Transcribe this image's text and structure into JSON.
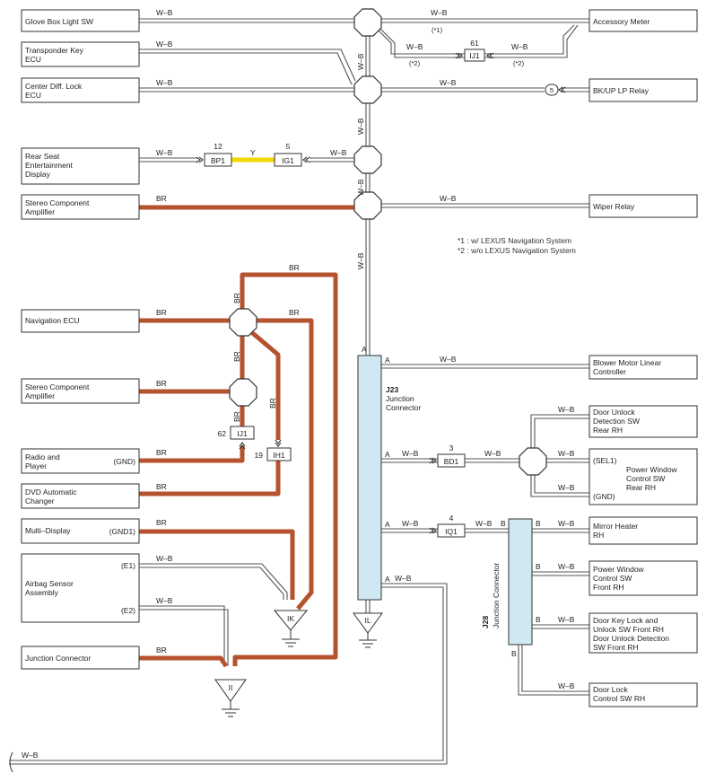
{
  "components": {
    "glove_box": "Glove Box Light SW",
    "transponder": [
      "Transponder Key",
      "ECU"
    ],
    "center_diff": [
      "Center Diff. Lock",
      "ECU"
    ],
    "rear_seat": [
      "Rear Seat",
      "Entertainment",
      "Display"
    ],
    "stereo_top": [
      "Stereo Component",
      "Amplifier"
    ],
    "navigation": "Navigation ECU",
    "stereo_mid": [
      "Stereo Component",
      "Amplifier"
    ],
    "radio": [
      "Radio and",
      "Player"
    ],
    "dvd": [
      "DVD Automatic",
      "Changer"
    ],
    "multi": "Multi–Display",
    "airbag": [
      "Airbag Sensor",
      "Assembly"
    ],
    "junction_left": "Junction Connector",
    "accessory_meter": "Accessory Meter",
    "bkup": "BK/UP LP Relay",
    "wiper": "Wiper Relay",
    "blower": [
      "Blower Motor Linear",
      "Controller"
    ],
    "door_unlock_rr": [
      "Door Unlock",
      "Detection SW",
      "Rear RH"
    ],
    "pw_rear": [
      "Power Window",
      "Control SW",
      "Rear RH"
    ],
    "mirror": [
      "Mirror Heater",
      "RH"
    ],
    "pw_front": [
      "Power Window",
      "Control SW",
      "Front RH"
    ],
    "door_key": [
      "Door Key Lock and",
      "Unlock SW Front RH",
      "Door Unlock Detection",
      "SW Front RH"
    ],
    "door_lock": [
      "Door Lock",
      "Control SW RH"
    ]
  },
  "pins": {
    "gnd": "(GND)",
    "gnd1": "(GND1)",
    "e1": "(E1)",
    "e2": "(E2)",
    "sel1": "(SEL1)",
    "a": "A",
    "b": "B"
  },
  "wires": {
    "wb": "W–B",
    "br": "BR",
    "y": "Y"
  },
  "connectors": {
    "ij1": "IJ1",
    "ij1_pin_top": "61",
    "ij1_pin_mid": "62",
    "bp1": "BP1",
    "bp1_pin": "12",
    "ig1": "IG1",
    "ig1_pin": "5",
    "ih1": "IH1",
    "ih1_pin": "19",
    "bd1": "BD1",
    "bd1_pin": "3",
    "iq1": "IQ1",
    "iq1_pin": "4",
    "bkup_pin": "5"
  },
  "junctions": {
    "j23_id": "J23",
    "j23_name": [
      "Junction",
      "Connector"
    ],
    "j28_id": "J28",
    "j28_name": "Junction Connector"
  },
  "grounds": {
    "ik": "IK",
    "il": "IL",
    "ii": "II"
  },
  "notes": {
    "n1": "*1 : w/ LEXUS Navigation System",
    "n2": "*2 : w/o LEXUS Navigation System",
    "m1": "(*1)",
    "m2": "(*2)"
  },
  "colors": {
    "br": "#b5532f",
    "y": "#f2d800",
    "junction": "#cfe8f2",
    "line": "#555555"
  }
}
